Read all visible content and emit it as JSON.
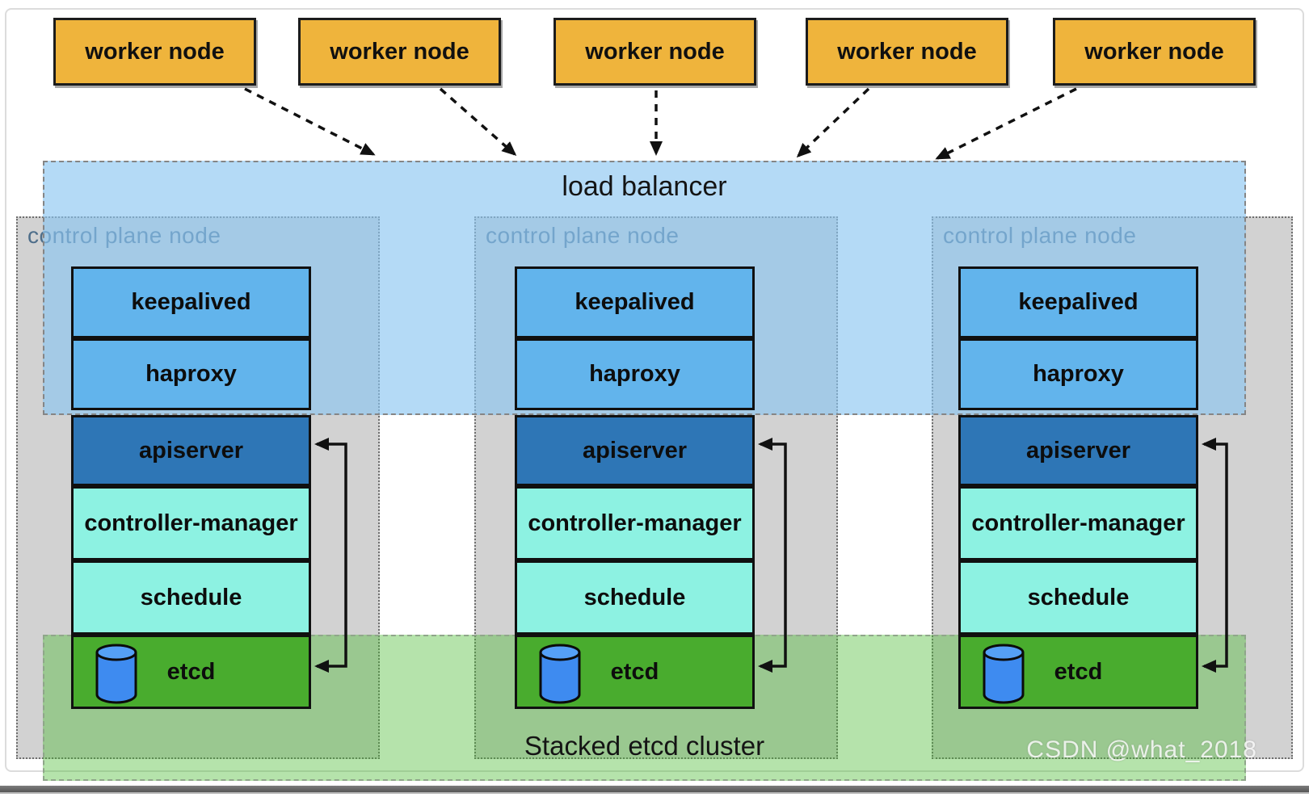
{
  "workers": [
    {
      "label": "worker node"
    },
    {
      "label": "worker node"
    },
    {
      "label": "worker node"
    },
    {
      "label": "worker node"
    },
    {
      "label": "worker node"
    }
  ],
  "load_balancer": {
    "label": "load balancer"
  },
  "planes": [
    {
      "label": "control plane node",
      "components": [
        "keepalived",
        "haproxy",
        "apiserver",
        "controller-manager",
        "schedule",
        "etcd"
      ]
    },
    {
      "label": "control plane node",
      "components": [
        "keepalived",
        "haproxy",
        "apiserver",
        "controller-manager",
        "schedule",
        "etcd"
      ]
    },
    {
      "label": "control plane node",
      "components": [
        "keepalived",
        "haproxy",
        "apiserver",
        "controller-manager",
        "schedule",
        "etcd"
      ]
    }
  ],
  "stacked_etcd": {
    "label": "Stacked etcd cluster"
  },
  "watermark": {
    "label": "CSDN @what_2018"
  },
  "colors": {
    "worker_node": "#EFB43C",
    "control_plane_bg": "#D2D2D2",
    "load_balancer_fill": "#8AC5F1",
    "keepalived_haproxy": "#62B4EC",
    "apiserver": "#2E76B6",
    "manager_schedule": "#8DF2E2",
    "etcd": "#49AC2E",
    "etcd_cylinder": "#3E8BF0",
    "stacked_etcd_fill": "#46B92D",
    "plane_label_text": "#4E6E8A"
  }
}
